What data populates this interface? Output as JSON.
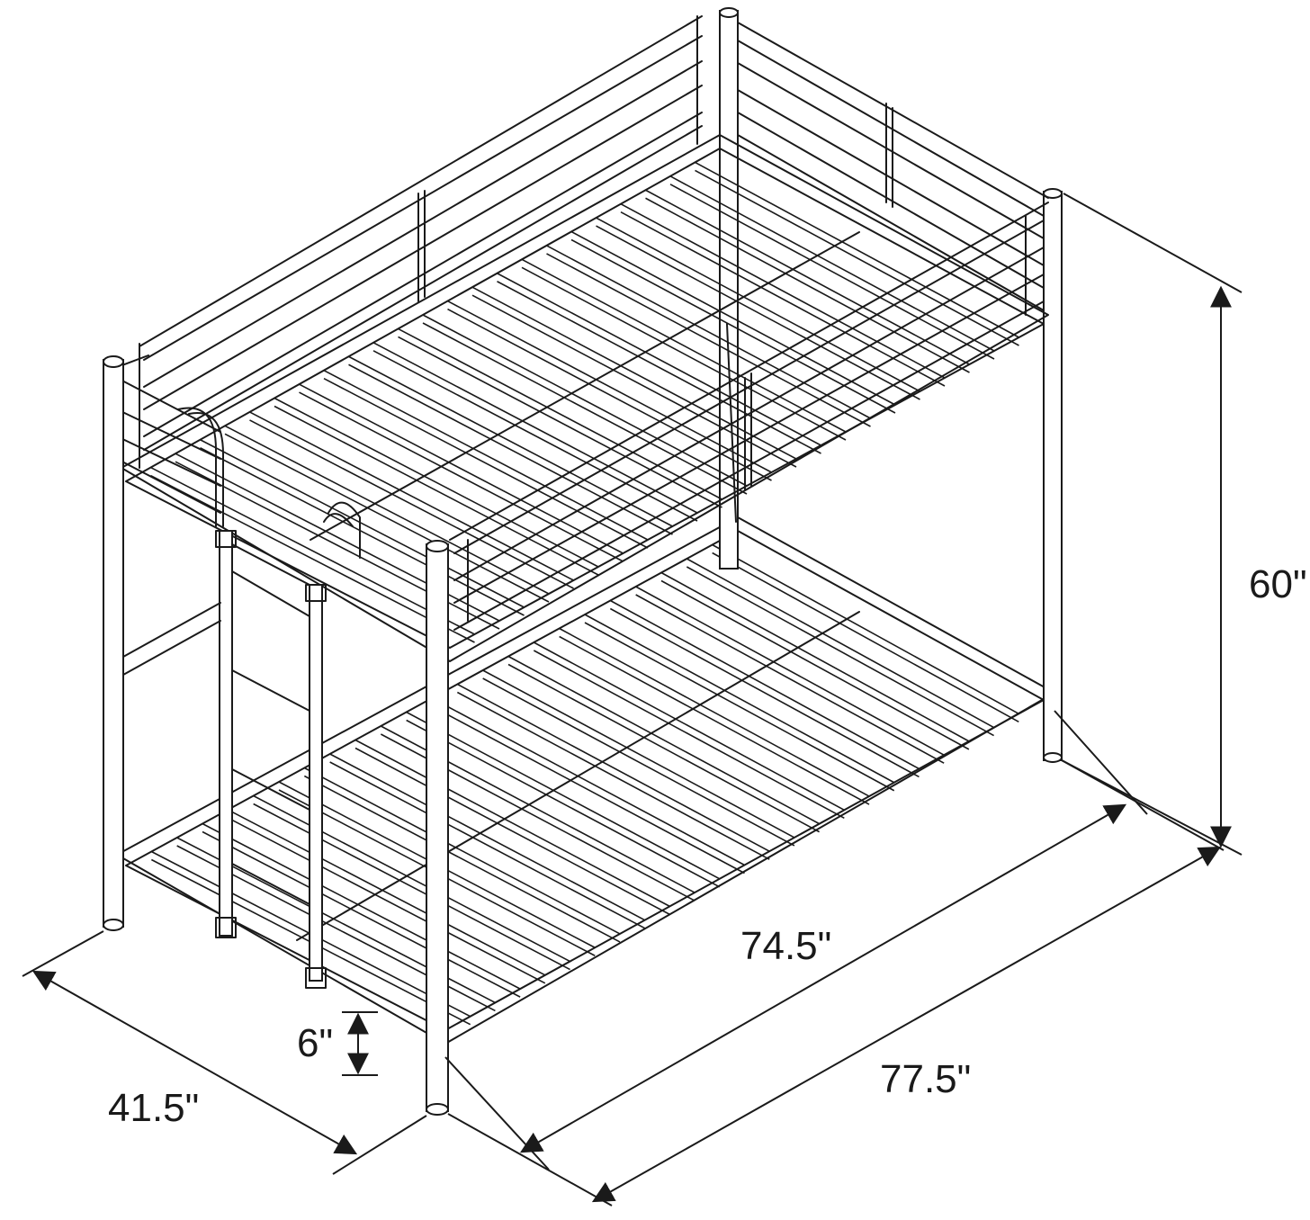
{
  "colors": {
    "line": "#1a1a1a",
    "background": "#ffffff"
  },
  "dimensions": {
    "height": "60\"",
    "inner_length": "74.5\"",
    "overall_length": "77.5\"",
    "width": "41.5\"",
    "clearance": "6\""
  }
}
